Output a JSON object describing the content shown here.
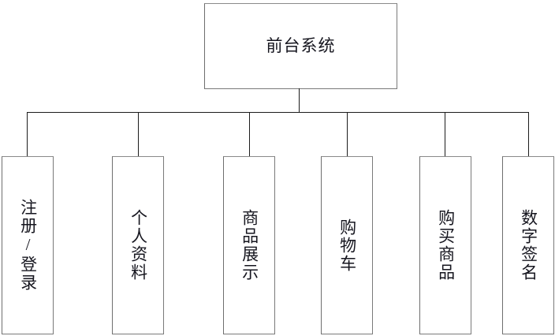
{
  "diagram": {
    "type": "hierarchy-tree",
    "title": "前台系统",
    "orientation": "top-down",
    "text_direction": "vertical",
    "colors": {
      "background": "#ffffff",
      "box_border": "#7a7a7a",
      "connector": "#1c1c1c",
      "text": "#16161f"
    },
    "root": {
      "label": "前台系统"
    },
    "children": [
      {
        "label": "注册/登录"
      },
      {
        "label": "个人资料"
      },
      {
        "label": "商品展示"
      },
      {
        "label": "购物车"
      },
      {
        "label": "购买商品"
      },
      {
        "label": "数字签名"
      }
    ]
  }
}
